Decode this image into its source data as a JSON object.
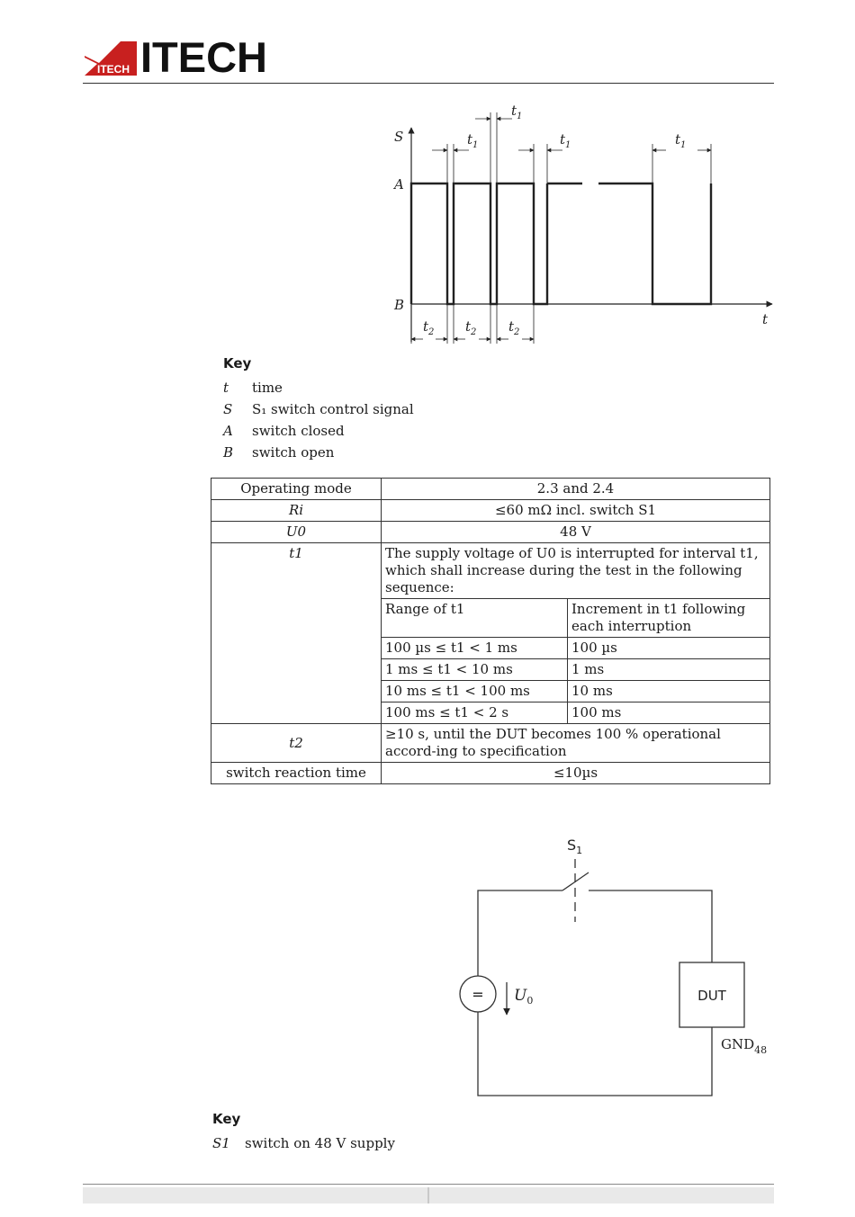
{
  "header": {
    "brand": "ITECH",
    "logo_badge": "ITECH"
  },
  "waveform": {
    "axis_y": "S",
    "axis_x": "t",
    "level_a": "A",
    "level_b": "B",
    "t1_label": "t",
    "t1_sub": "1",
    "t2_label": "t",
    "t2_sub": "2"
  },
  "key1": {
    "title": "Key",
    "items": [
      {
        "sym": "t",
        "desc": "time"
      },
      {
        "sym": "S",
        "desc": "S₁ switch control signal"
      },
      {
        "sym": "A",
        "desc": "switch closed"
      },
      {
        "sym": "B",
        "desc": "switch open"
      }
    ]
  },
  "table": {
    "mode_label": "Operating mode",
    "mode_value": "2.3 and 2.4",
    "ri_label": "Ri",
    "ri_value": "≤60 mΩ incl. switch S1",
    "u0_label": "U0",
    "u0_value": "48 V",
    "t1_label": "t1",
    "t1_desc": "The supply voltage of U0 is interrupted for interval t1, which shall increase during the test in the following sequence:",
    "sub_headers": [
      "Range of t1",
      "Increment in t1 following each interruption"
    ],
    "sub_rows": [
      [
        "100 µs ≤ t1 < 1 ms",
        "100 µs"
      ],
      [
        "1 ms ≤ t1 < 10 ms",
        "1 ms"
      ],
      [
        "10 ms ≤ t1 < 100 ms",
        "10 ms"
      ],
      [
        "100 ms ≤ t1 < 2 s",
        "100 ms"
      ]
    ],
    "t2_label": "t2",
    "t2_value": "≥10 s, until the DUT becomes 100 % operational accord-ing to specification",
    "reaction_label": "switch reaction time",
    "reaction_value": "≤10µs"
  },
  "circuit": {
    "switch_label": "S",
    "switch_sub": "1",
    "source_symbol": "=",
    "voltage_label": "U",
    "voltage_sub": "0",
    "dut_label": "DUT",
    "gnd_label": "GND",
    "gnd_sub": "48"
  },
  "key2": {
    "title": "Key",
    "items": [
      {
        "sym": "S1",
        "desc": "switch on 48 V supply"
      }
    ]
  },
  "colors": {
    "logo_red": "#c8201f",
    "ink": "#1a1a1a"
  }
}
